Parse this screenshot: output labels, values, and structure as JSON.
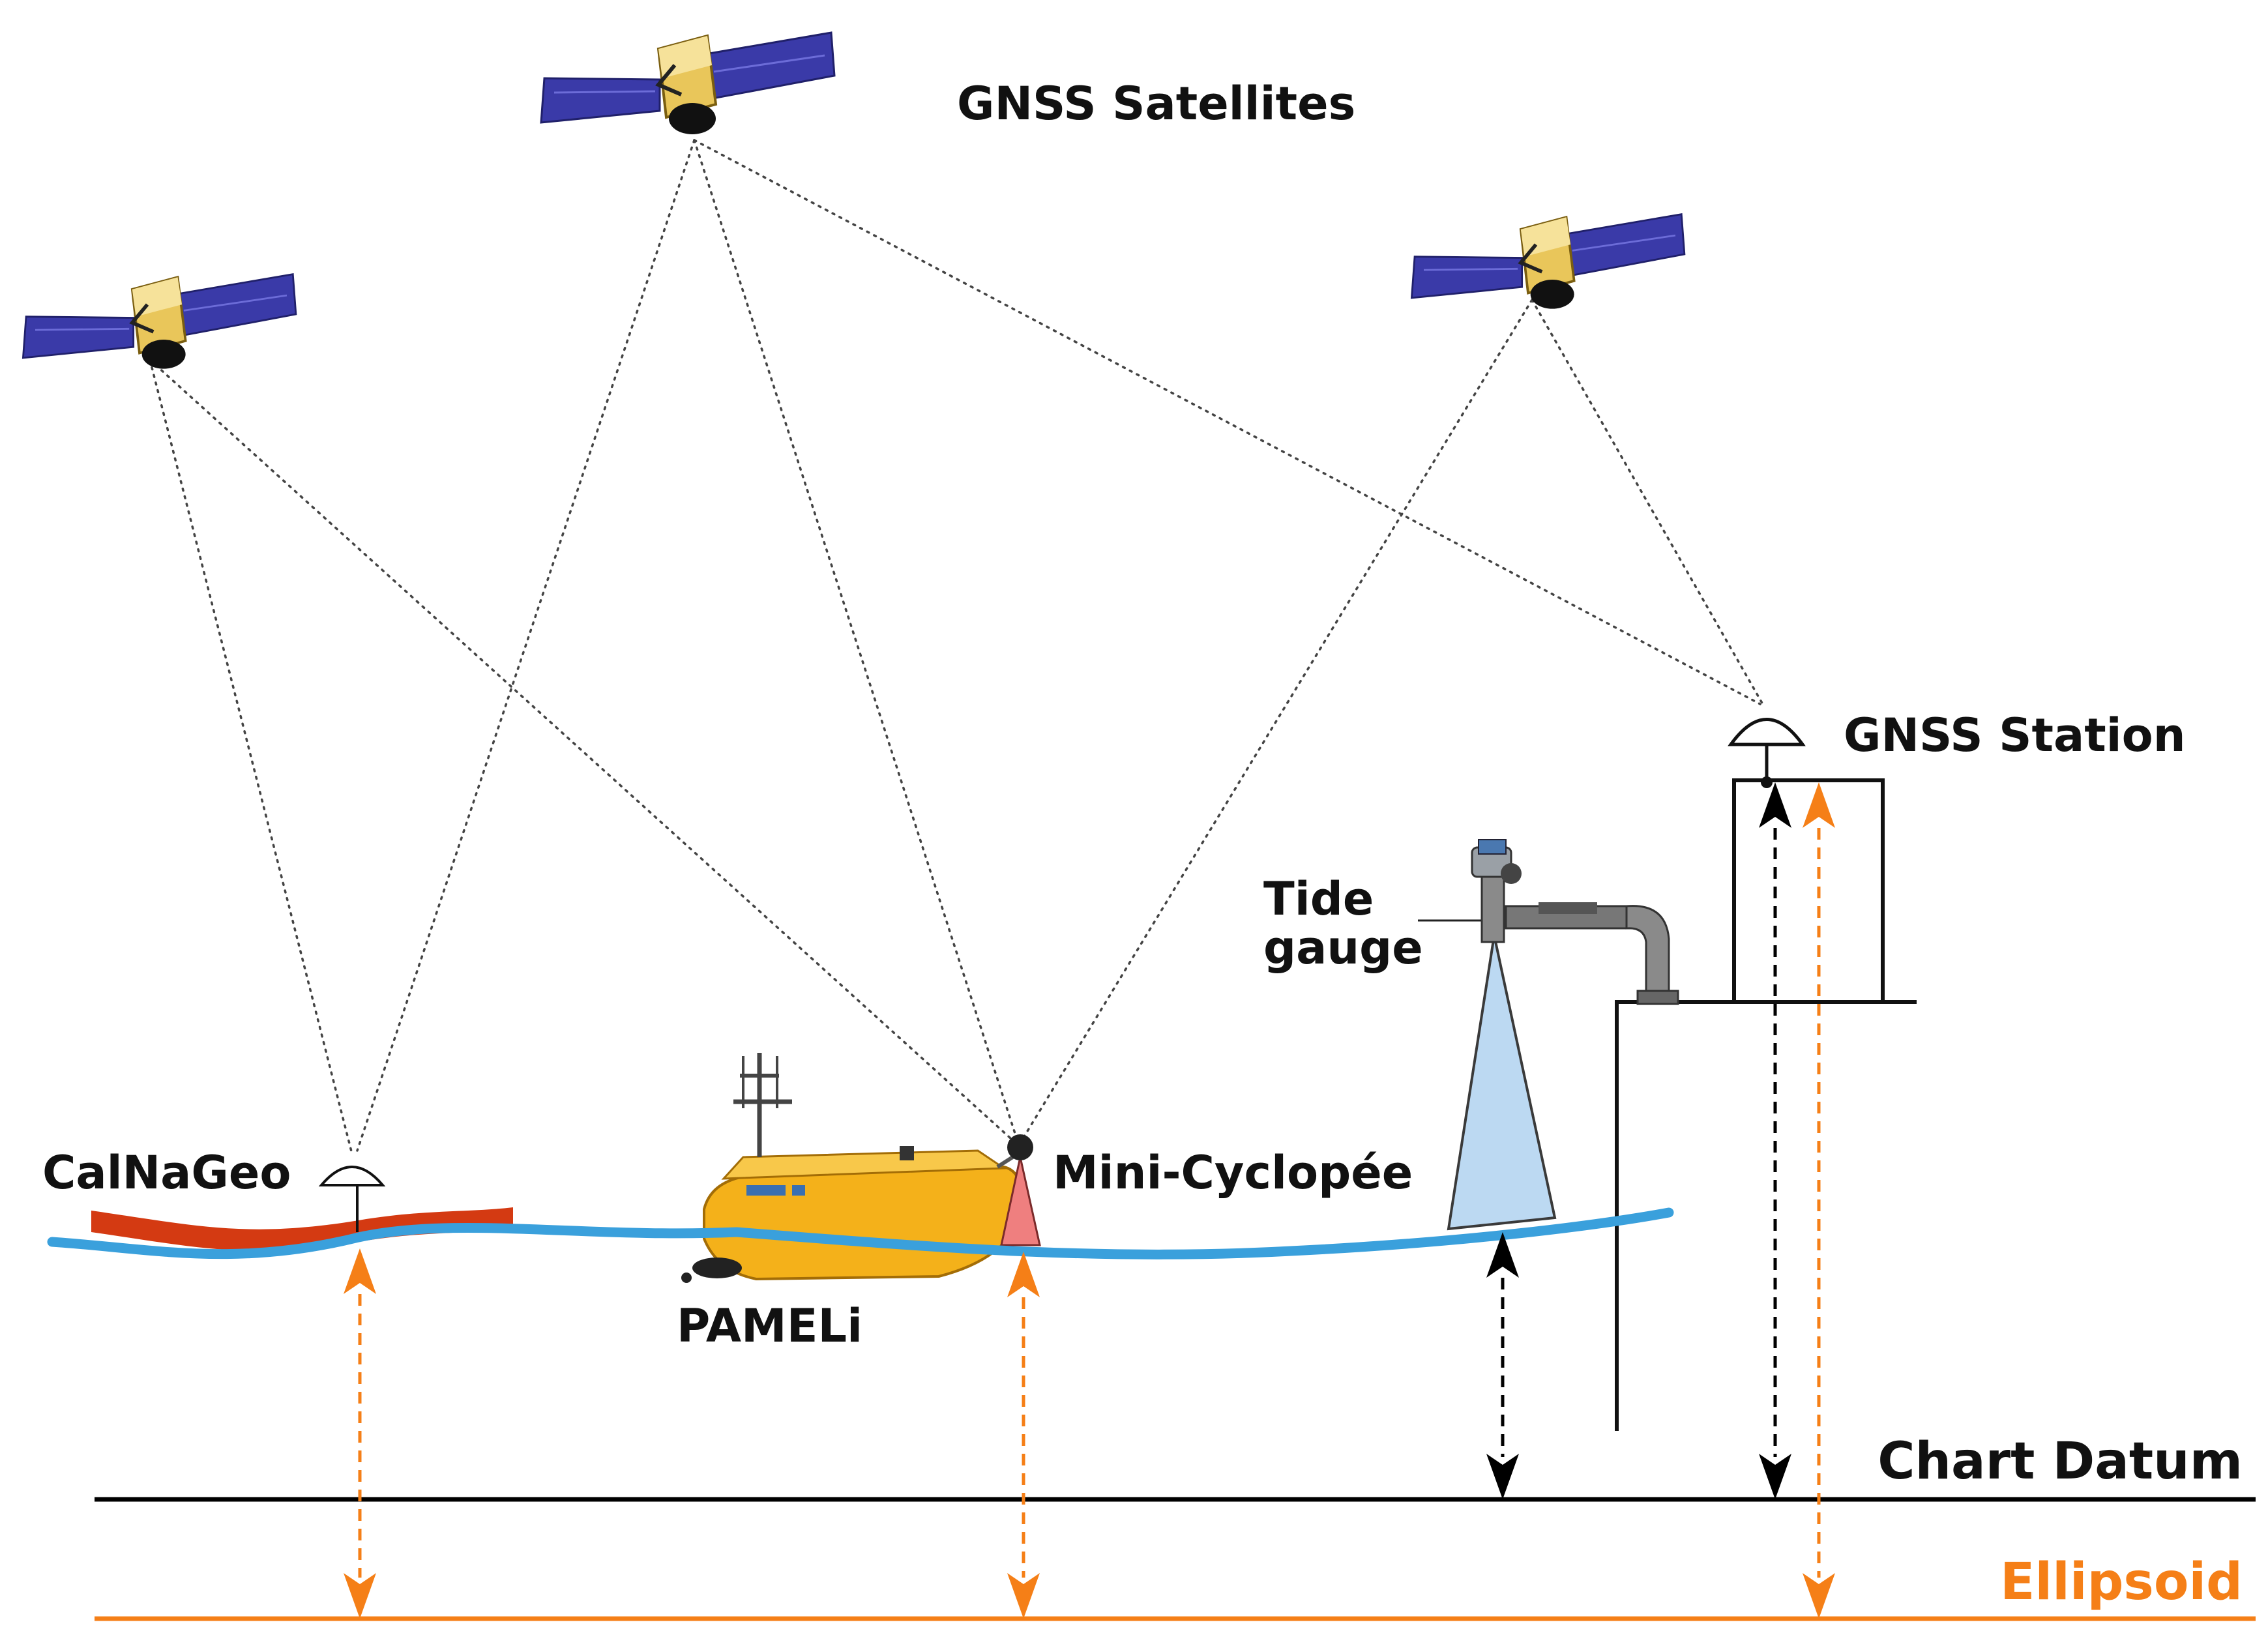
{
  "labels": {
    "satellites": "GNSS Satellites",
    "gnss_station": "GNSS Station",
    "tide_gauge_line1": "Tide",
    "tide_gauge_line2": "gauge",
    "calnageo": "CalNaGeo",
    "mini_cyclopee": "Mini-Cyclopée",
    "pameli": "PAMELi",
    "chart_datum": "Chart Datum",
    "ellipsoid": "Ellipsoid"
  },
  "colors": {
    "sea_surface": "#3aa0dc",
    "calnageo_float": "#d43a12",
    "ellipsoid": "#f57f17",
    "chart_datum": "#000000",
    "sonar_beam": "#bcd9f2",
    "gnss_cone": "#ef7f7f",
    "boat_hull": "#f4b11a",
    "solar_panel": "#3a3aa8",
    "satellite_body": "#e9c65a"
  },
  "icons": {
    "satellite": "satellite-icon",
    "gnss_antenna": "gnss-antenna-icon",
    "boat": "boat-icon",
    "tide_gauge": "tide-gauge-icon"
  }
}
